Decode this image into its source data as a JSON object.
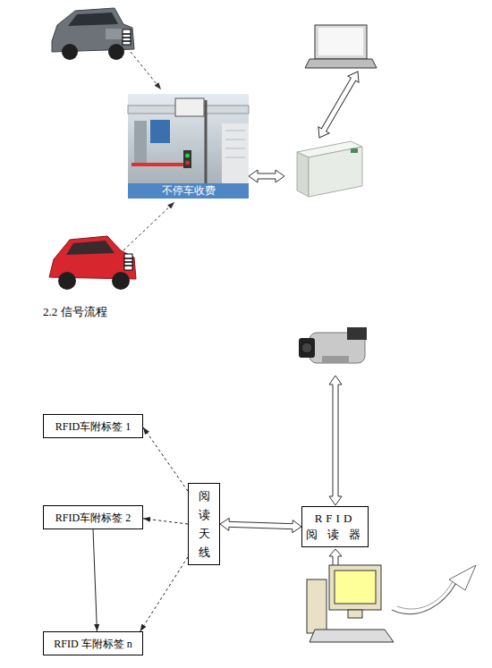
{
  "diagram": {
    "nodes": [
      {
        "text": [
          "不停车收费"
        ]
      },
      {
        "text": [
          "RFID车附标签 1"
        ]
      },
      {
        "text": [
          "阅读天线"
        ]
      },
      {
        "text": [
          "RFID车附标签 2"
        ]
      },
      {
        "text": [
          "RFID 阅 读 器"
        ]
      },
      {
        "text": [
          "RFID 车附标签 n"
        ]
      }
    ],
    "edges": [
      {
        "from": 2,
        "to": 1,
        "arrow": "to"
      },
      {
        "from": 2,
        "to": 3,
        "arrow": "to"
      },
      {
        "from": 2,
        "to": 5,
        "arrow": "to"
      },
      {
        "from": 3,
        "to": 5,
        "arrow": "to"
      },
      {
        "from": 2,
        "to": 4,
        "arrow": "both"
      }
    ],
    "labels": [
      "2.2 信号流程"
    ]
  }
}
